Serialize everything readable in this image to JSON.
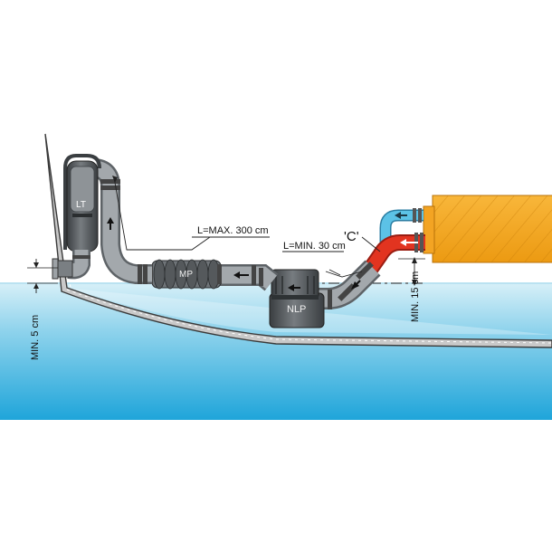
{
  "labels": {
    "max_length": "L=MAX. 300 cm",
    "min_length": "L=MIN. 30 cm",
    "point_c": "'C'",
    "min_height": "MIN. 15 cm",
    "min_depth": "MIN. 5 cm"
  },
  "components": {
    "lt": "LT",
    "mp": "MP",
    "nlp": "NLP"
  },
  "colors": {
    "water_top": "#bfe6f3",
    "water_bottom": "#1aa0d6",
    "hose": "#8a8f93",
    "muffler_dark": "#4d5255",
    "engine": "#f0a21c",
    "cooling_hot": "#e0301e",
    "cooling_cold": "#4bb3dd"
  }
}
